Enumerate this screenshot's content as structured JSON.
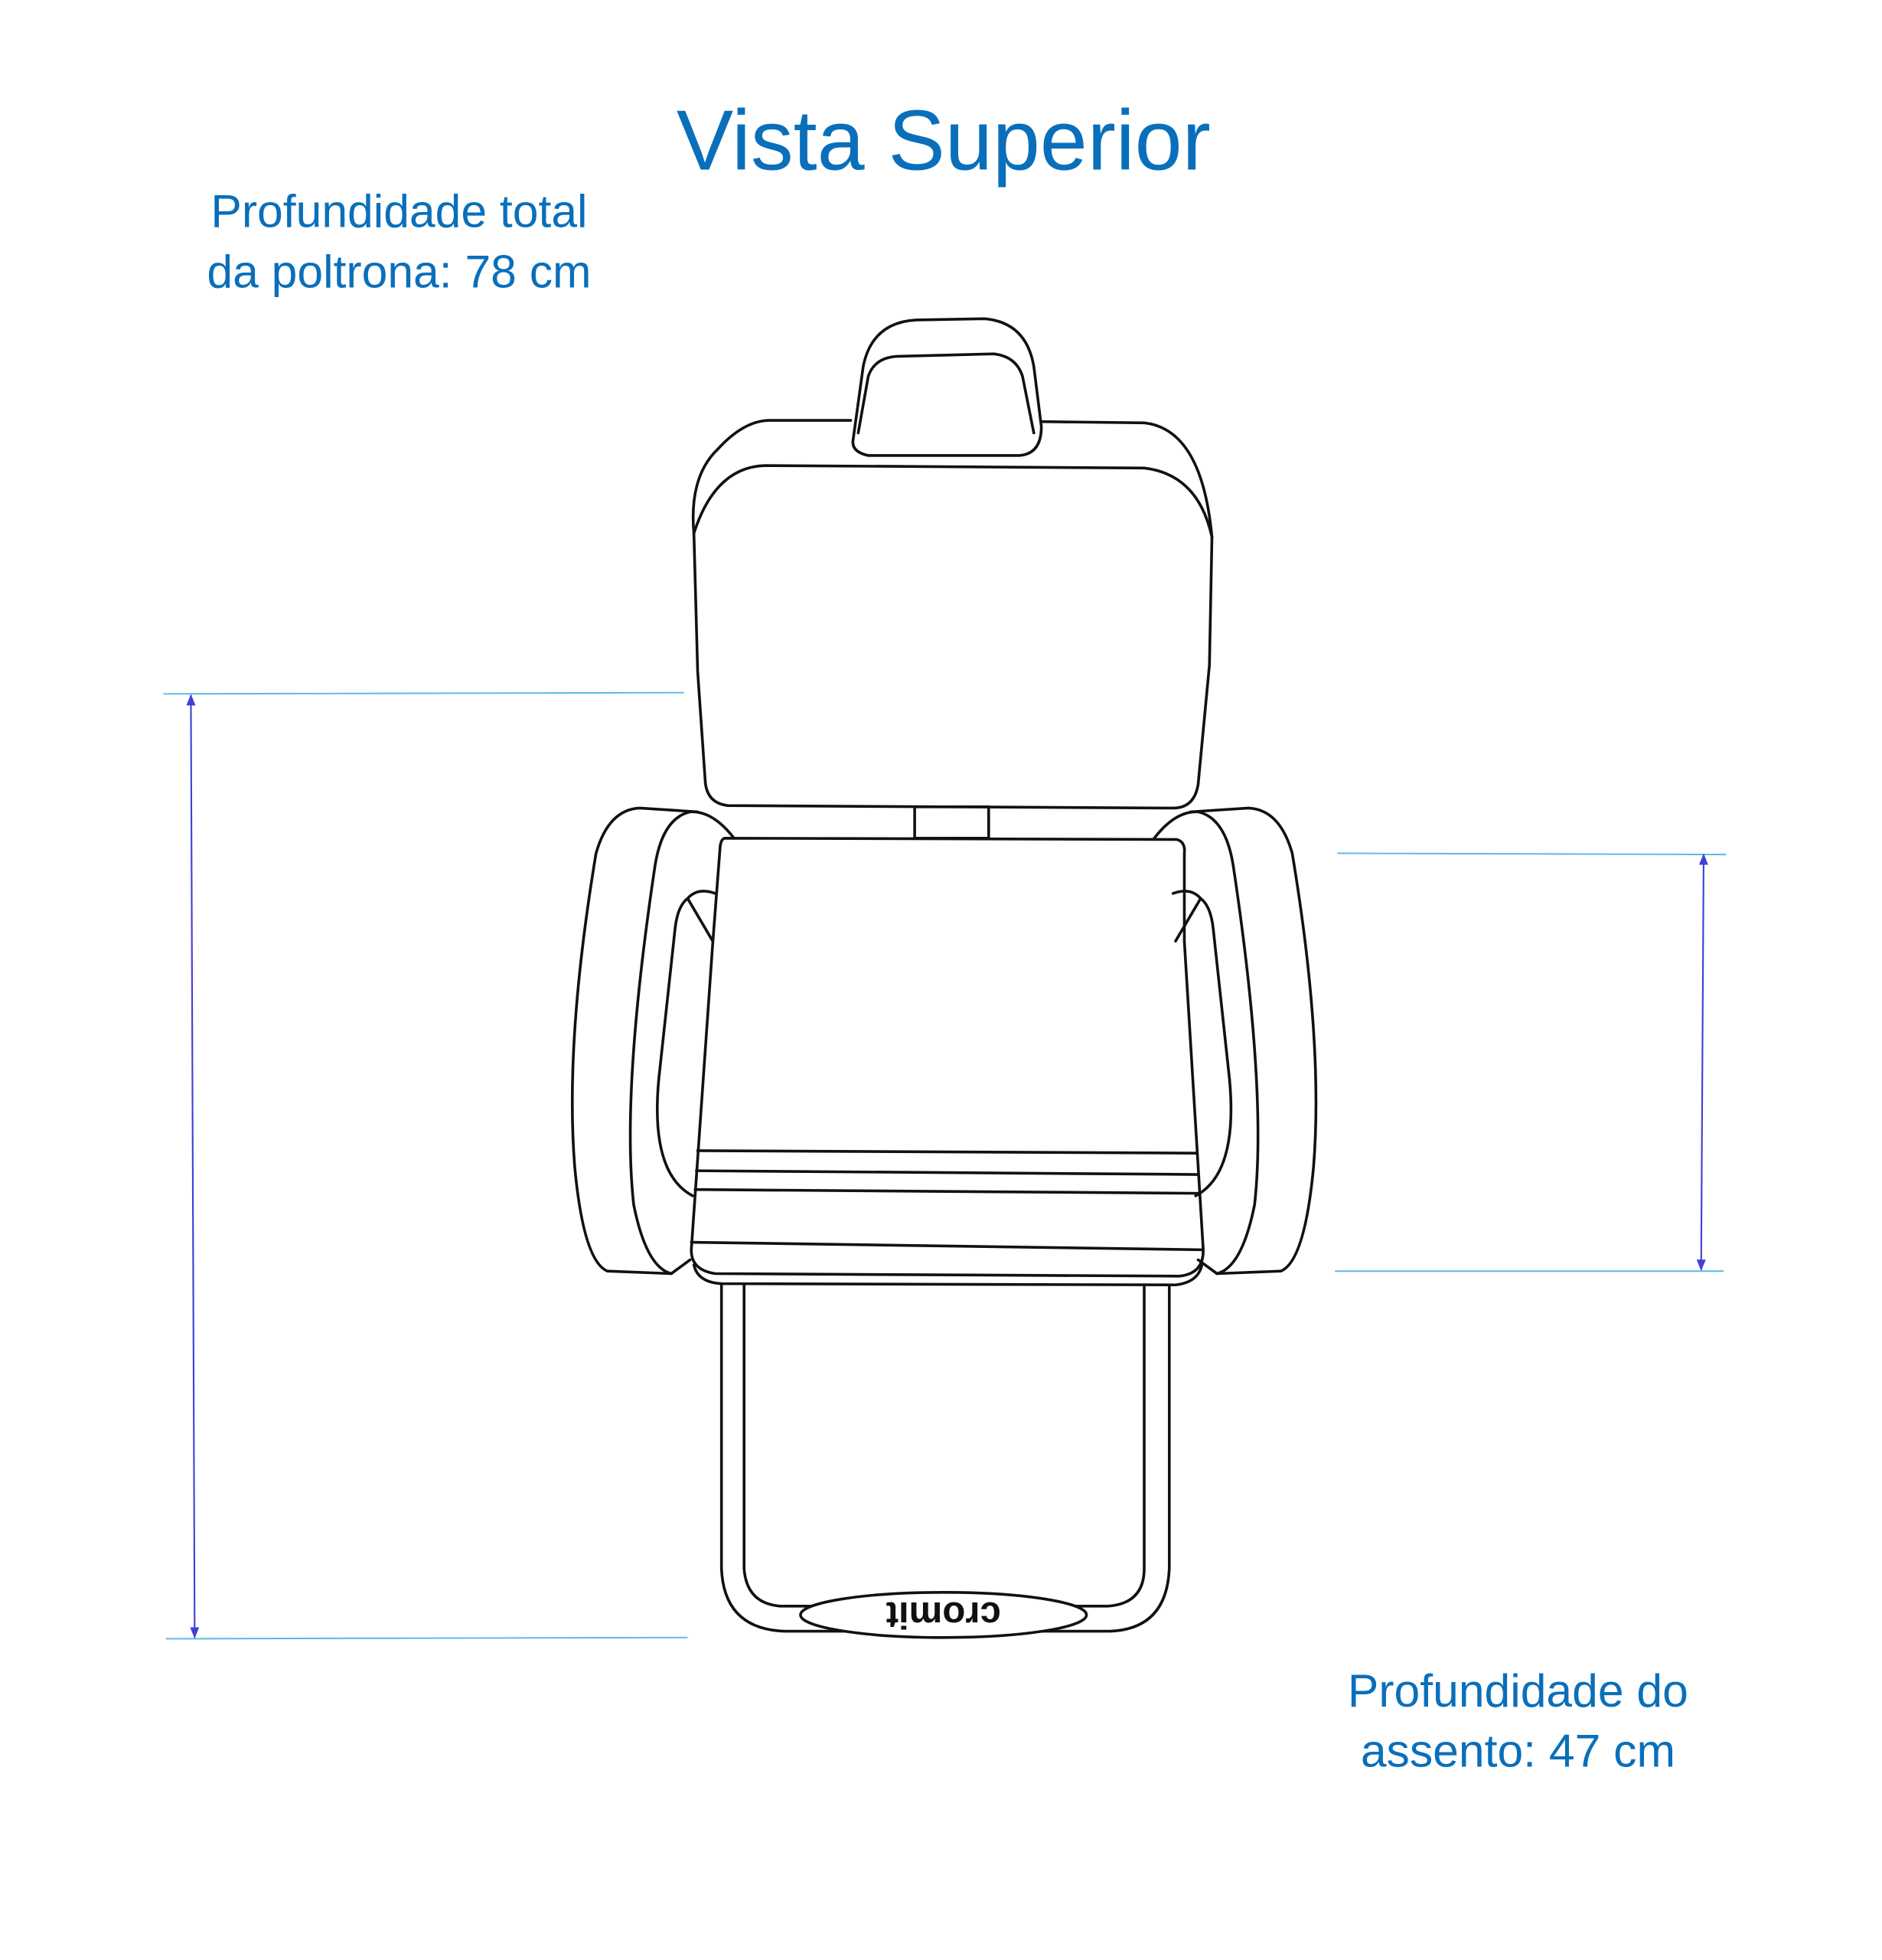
{
  "title": "Vista Superior",
  "labels": {
    "total_depth_line1": "Profundidade total",
    "total_depth_line2": "da poltrona: 78 cm",
    "seat_depth_line1": "Profundidade do",
    "seat_depth_line2": "assento: 47 cm"
  },
  "logo_text": "cromit",
  "colors": {
    "text": "#0a6fba",
    "dimension_arrow": "#4040d8",
    "guide_line": "#5bb8e8",
    "outline": "#111111"
  }
}
